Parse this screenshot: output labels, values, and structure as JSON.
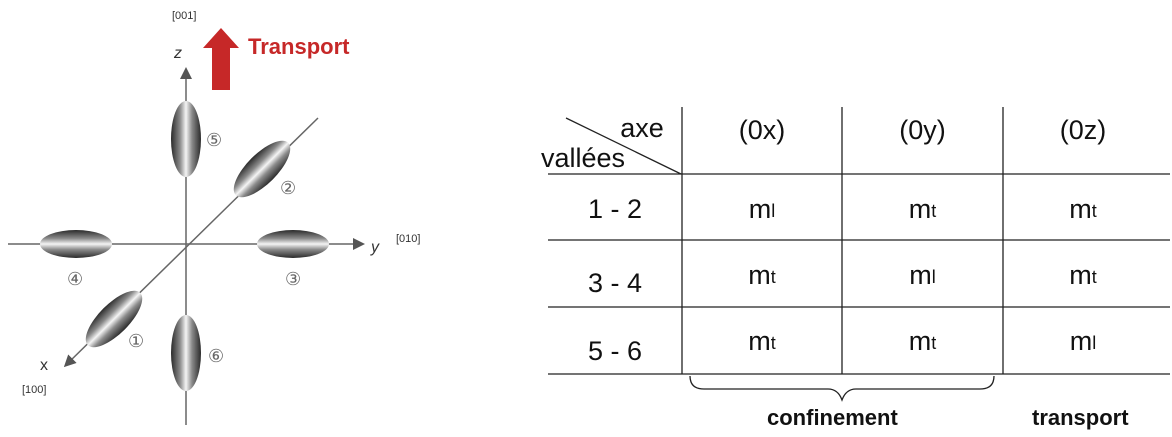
{
  "diagram": {
    "miller_z": "[001]",
    "miller_y": "[010]",
    "miller_x": "[100]",
    "axis_z": "z",
    "axis_y": "y",
    "axis_x": "x",
    "transport_label": "Transport",
    "valley_labels": [
      "①",
      "②",
      "③",
      "④",
      "⑤",
      "⑥"
    ],
    "colors": {
      "transport_arrow": "#c62828",
      "axis": "#555555"
    }
  },
  "table": {
    "corner_top": "axe",
    "corner_bottom": "vallées",
    "columns": [
      "(0x)",
      "(0y)",
      "(0z)"
    ],
    "rows": [
      {
        "label": "1 - 2",
        "cells": [
          {
            "m": "m",
            "s": "l"
          },
          {
            "m": "m",
            "s": "t"
          },
          {
            "m": "m",
            "s": "t"
          }
        ]
      },
      {
        "label": "3 - 4",
        "cells": [
          {
            "m": "m",
            "s": "t"
          },
          {
            "m": "m",
            "s": "l"
          },
          {
            "m": "m",
            "s": "t"
          }
        ]
      },
      {
        "label": "5 - 6",
        "cells": [
          {
            "m": "m",
            "s": "t"
          },
          {
            "m": "m",
            "s": "t"
          },
          {
            "m": "m",
            "s": "l"
          }
        ]
      }
    ],
    "footer_confinement": "confinement",
    "footer_transport": "transport"
  }
}
